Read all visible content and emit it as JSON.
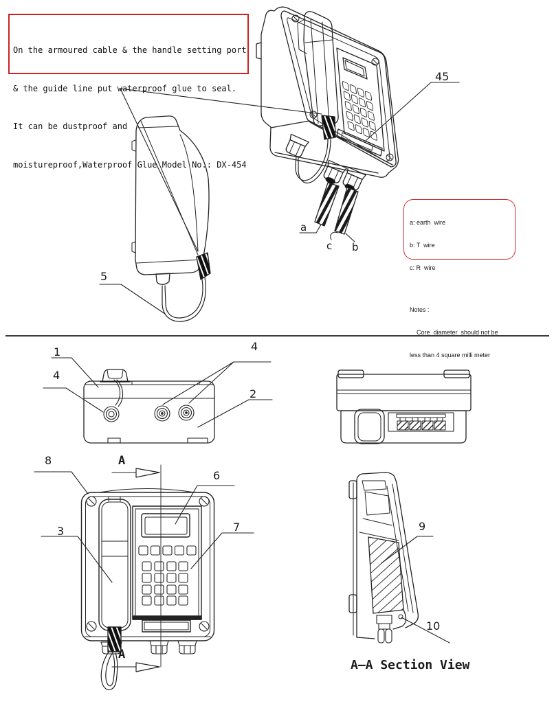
{
  "colors": {
    "line": "#222222",
    "red_border": "#cc2222",
    "text": "#111111"
  },
  "glue_note": {
    "lines": [
      "On the armoured cable & the handle setting port",
      "& the guide line put waterproof glue to seal.",
      "It can be dustproof and",
      "moistureproof,Waterproof Glue Model No.: DX-454"
    ]
  },
  "wire_note": {
    "lines": [
      "a: earth  wire",
      "b: T  wire",
      "c: R  wire"
    ],
    "notes_title": "Notes :",
    "notes": [
      "    Core  diameter  should not be",
      "less than 4 square milli meter"
    ]
  },
  "labels": {
    "n45": "45",
    "n5": "5",
    "n1": "1",
    "n4_left": "4",
    "n4_right": "4",
    "n2": "2",
    "n8": "8",
    "n3": "3",
    "n6": "6",
    "n7": "7",
    "n9": "9",
    "n10": "10",
    "section_a_top": "A",
    "section_a_bottom": "A",
    "wire_a": "a",
    "wire_b": "b",
    "wire_c": "c"
  },
  "caption": {
    "section_view": "A—A Section View"
  }
}
